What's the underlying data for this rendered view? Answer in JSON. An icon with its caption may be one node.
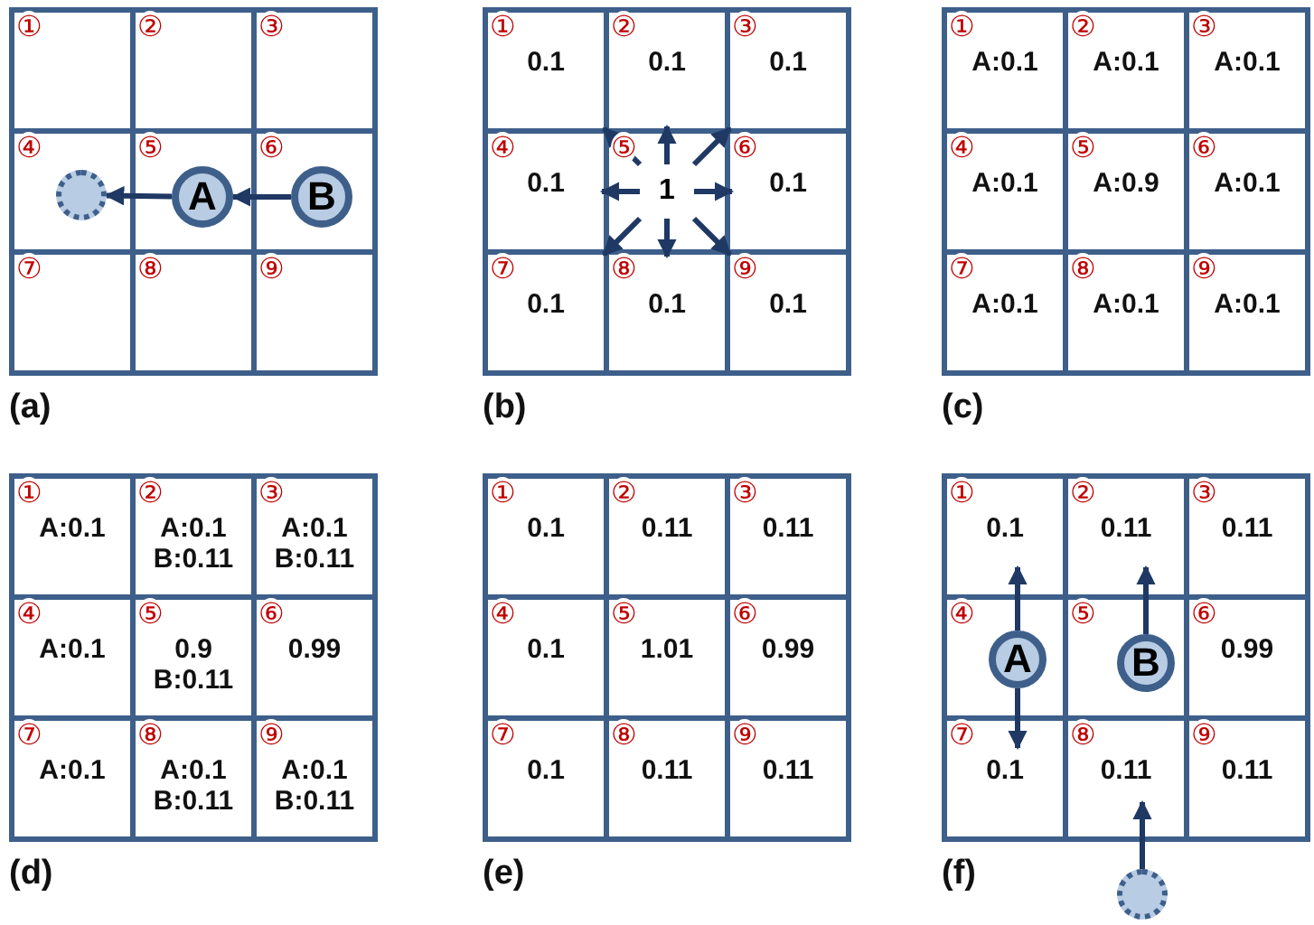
{
  "diagram": {
    "nodes": [
      {
        "text": [
          "①"
        ]
      },
      {
        "text": [
          "②"
        ]
      },
      {
        "text": [
          "③"
        ]
      },
      {
        "text": [
          "④"
        ]
      },
      {
        "text": [
          "⑤"
        ]
      },
      {
        "text": [
          "⑥"
        ]
      },
      {
        "text": [
          "⑦"
        ]
      },
      {
        "text": [
          "⑧"
        ]
      },
      {
        "text": [
          "⑨"
        ]
      },
      {
        "text": [
          "A"
        ],
        "in": 4
      },
      {
        "text": [
          "B"
        ],
        "in": 5
      },
      {
        "text": [],
        "shape": "circle",
        "in": 3
      },
      {
        "text": [
          "①",
          "0.1"
        ]
      },
      {
        "text": [
          "②",
          "0.1"
        ]
      },
      {
        "text": [
          "③",
          "0.1"
        ]
      },
      {
        "text": [
          "④",
          "0.1"
        ]
      },
      {
        "text": [
          "⑤"
        ]
      },
      {
        "text": [
          "⑥",
          "0.1"
        ]
      },
      {
        "text": [
          "⑦",
          "0.1"
        ]
      },
      {
        "text": [
          "⑧",
          "0.1"
        ]
      },
      {
        "text": [
          "⑨",
          "0.1"
        ]
      },
      {
        "text": [
          "1"
        ],
        "in": 16
      },
      {
        "text": [
          "①",
          "A:0.1"
        ]
      },
      {
        "text": [
          "②",
          "A:0.1"
        ]
      },
      {
        "text": [
          "③",
          "A:0.1"
        ]
      },
      {
        "text": [
          "④",
          "A:0.1"
        ]
      },
      {
        "text": [
          "⑤",
          "A:0.9"
        ]
      },
      {
        "text": [
          "⑥",
          "A:0.1"
        ]
      },
      {
        "text": [
          "⑦",
          "A:0.1"
        ]
      },
      {
        "text": [
          "⑧",
          "A:0.1"
        ]
      },
      {
        "text": [
          "⑨",
          "A:0.1"
        ]
      },
      {
        "text": [
          "①",
          "A:0.1"
        ]
      },
      {
        "text": [
          "②",
          "A:0.1",
          "B:0.11"
        ]
      },
      {
        "text": [
          "③",
          "A:0.1",
          "B:0.11"
        ]
      },
      {
        "text": [
          "④",
          "A:0.1"
        ]
      },
      {
        "text": [
          "⑤",
          "0.9",
          "B:0.11"
        ]
      },
      {
        "text": [
          "⑥",
          "0.99"
        ]
      },
      {
        "text": [
          "⑦",
          "A:0.1"
        ]
      },
      {
        "text": [
          "⑧",
          "A:0.1",
          "B:0.11"
        ]
      },
      {
        "text": [
          "⑨",
          "A:0.1",
          "B:0.11"
        ]
      },
      {
        "text": [
          "①",
          "0.1"
        ]
      },
      {
        "text": [
          "②",
          "0.11"
        ]
      },
      {
        "text": [
          "③",
          "0.11"
        ]
      },
      {
        "text": [
          "④",
          "0.1"
        ]
      },
      {
        "text": [
          "⑤",
          "1.01"
        ]
      },
      {
        "text": [
          "⑥",
          "0.99"
        ]
      },
      {
        "text": [
          "⑦",
          "0.1"
        ]
      },
      {
        "text": [
          "⑧",
          "0.11"
        ]
      },
      {
        "text": [
          "⑨",
          "0.11"
        ]
      },
      {
        "text": [
          "①",
          "0.1"
        ]
      },
      {
        "text": [
          "②",
          "0.11"
        ]
      },
      {
        "text": [
          "③",
          "0.11"
        ]
      },
      {
        "text": [
          "④"
        ]
      },
      {
        "text": [
          "⑤"
        ]
      },
      {
        "text": [
          "⑥",
          "0.99"
        ]
      },
      {
        "text": [
          "⑦",
          "0.1"
        ]
      },
      {
        "text": [
          "⑧",
          "0.11"
        ]
      },
      {
        "text": [
          "⑨",
          "0.11"
        ]
      },
      {
        "text": [
          "A"
        ],
        "in": 52
      },
      {
        "text": [
          "B"
        ],
        "in": 53
      },
      {
        "text": [],
        "shape": "circle"
      }
    ],
    "edges": [
      {
        "from": 10,
        "to": 9,
        "arrow": "to"
      },
      {
        "from": 9,
        "to": 11,
        "arrow": "to"
      },
      {
        "from": 21,
        "to": 12,
        "arrow": "to"
      },
      {
        "from": 21,
        "to": 13,
        "arrow": "to"
      },
      {
        "from": 21,
        "to": 14,
        "arrow": "to"
      },
      {
        "from": 21,
        "to": 15,
        "arrow": "to"
      },
      {
        "from": 21,
        "to": 17,
        "arrow": "to"
      },
      {
        "from": 21,
        "to": 18,
        "arrow": "to"
      },
      {
        "from": 21,
        "to": 19,
        "arrow": "to"
      },
      {
        "from": 21,
        "to": 20,
        "arrow": "to"
      },
      {
        "from": 58,
        "to": 49,
        "arrow": "to"
      },
      {
        "from": 58,
        "to": 55,
        "arrow": "to"
      },
      {
        "from": 59,
        "to": 50,
        "arrow": "to"
      },
      {
        "from": 60,
        "to": 56,
        "arrow": "to"
      }
    ],
    "labels": [
      "(a)",
      "(b)",
      "(c)",
      "(d)",
      "(e)",
      "(f)"
    ]
  }
}
